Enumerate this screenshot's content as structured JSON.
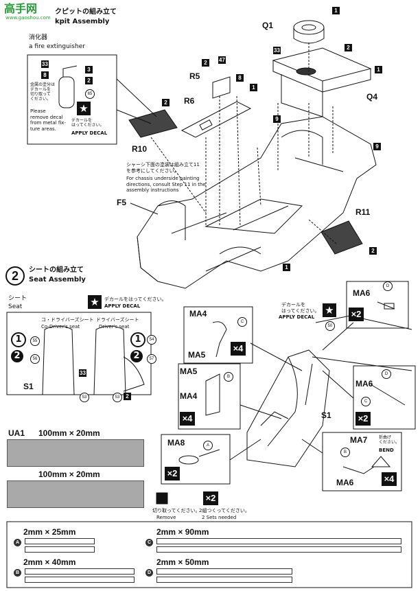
{
  "watermark": {
    "site": "高手网",
    "url": "www.gaoshou.com"
  },
  "step1": {
    "title_jp": "クピットの組み立て",
    "title_en": "kpit Assembly"
  },
  "extinguisher": {
    "label_jp": "消化器",
    "label_en": "a fire extinguisher",
    "note_jp": "金属の塗分は\nデカールを\n切り取って\nください。",
    "note_en": "Please\nremove decal\nfrom metal fix-\nture areas.",
    "decal_jp": "デカールを\nはってください。",
    "decal_en": "APPLY DECAL",
    "parts": [
      "33",
      "3",
      "8",
      "2",
      "65"
    ]
  },
  "chassis_note": {
    "jp": "シャーシ下面の塗装は組み立て11\nを参考にしてください。",
    "en": "For chassis underside painting\ndirections, consult Step 11 in the\nassembly instructions"
  },
  "parts": {
    "q1": "Q1",
    "q4": "Q4",
    "r5": "R5",
    "r6": "R6",
    "r10": "R10",
    "r11": "R11",
    "f5": "F5",
    "n33": "33",
    "n1": "1",
    "n2": "2",
    "n8": "8",
    "n9": "9",
    "n47": "47"
  },
  "step2": {
    "number": "2",
    "title_jp": "シートの組み立て",
    "title_en": "Seat Assembly",
    "seat_jp": "シート",
    "seat_en": "Seat",
    "apply_decal_jp": "デカールをはってください。",
    "apply_decal_en": "APPLY DECAL",
    "codriver_jp": "コ・ドライバーズシート",
    "codriver_en": "Co-Driver's seat",
    "driver_jp": "ドライバーズシート",
    "driver_en": "Driver's seat",
    "decal_nums": [
      "55",
      "56",
      "33",
      "53",
      "53",
      "54",
      "57"
    ],
    "s1": "S1"
  },
  "seat_callouts": {
    "ma4": "MA4",
    "ma5": "MA5",
    "ma6": "MA6",
    "ma7": "MA7",
    "ma8": "MA8",
    "x2": "×2",
    "x4": "×4",
    "apply_decal_jp": "デカールを\nはってください。",
    "apply_decal_en": "APPLY DECAL",
    "n50": "50",
    "bend_jp": "折曲げ\nください。",
    "bend_en": "BEND",
    "s1": "S1",
    "letters": {
      "a": "A",
      "b": "B",
      "c": "C",
      "d": "D"
    }
  },
  "ua1": {
    "label": "UA1",
    "size1": "100mm × 20mm",
    "size2": "100mm × 20mm"
  },
  "legend": {
    "remove_jp": "切り取ってください。",
    "remove_en": "Remove",
    "x2": "×2",
    "sets_jp": "2組つくってください。",
    "sets_en": "2 Sets needed"
  },
  "strips": [
    {
      "letter": "A",
      "size": "2mm × 25mm"
    },
    {
      "letter": "C",
      "size": "2mm × 90mm"
    },
    {
      "letter": "B",
      "size": "2mm × 40mm"
    },
    {
      "letter": "D",
      "size": "2mm × 50mm"
    }
  ],
  "colors": {
    "ink": "#111111",
    "gray_panel": "#a9a9a9",
    "watermark_green": "#2e9a3c"
  }
}
